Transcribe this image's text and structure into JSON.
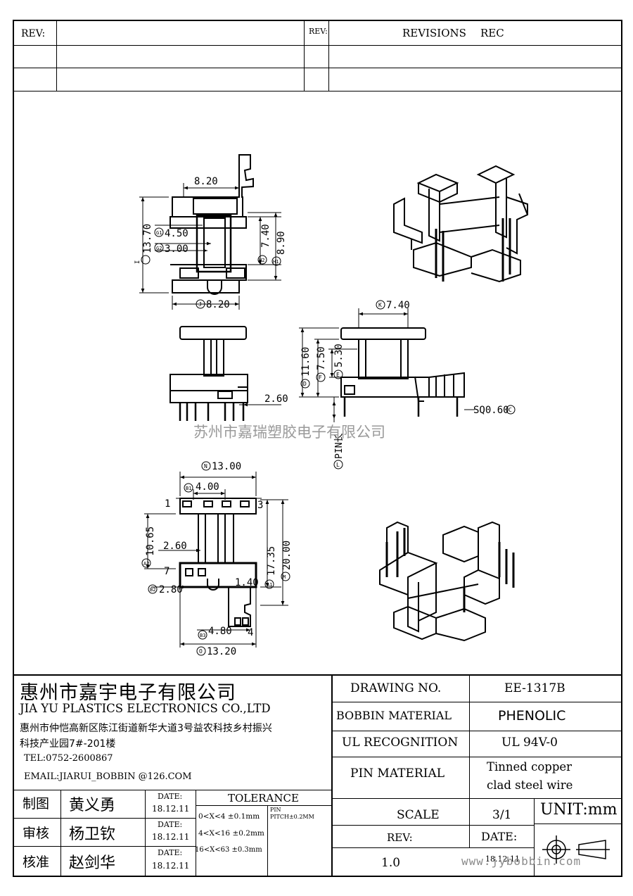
{
  "revision_table": {
    "left_label": "REV:",
    "right_label": "REV:",
    "revisions_header": "REVISIONS",
    "rec_header": "REC"
  },
  "top_view": {
    "dim_width_top": "8.20",
    "dim_height_total": "13.70",
    "g1_label": "G1",
    "g1_value": "4.50",
    "g2_label": "G2",
    "g2_value": "3.00",
    "h2_label": "H2",
    "h2_value": "7.40",
    "h1_label": "H1",
    "h1_value": "8.90",
    "i_label": "I",
    "j_label": "J",
    "j_value": "8.20"
  },
  "side_view": {
    "pin_offset": "2.60"
  },
  "front_view": {
    "k_label": "K",
    "k_value": "7.40",
    "d_label": "D",
    "d_value": "11.60",
    "f_label": "F",
    "f_value": "7.50",
    "e_label": "E",
    "e_value": "5.30",
    "sq_label": "SQ0.60",
    "c_label": "C",
    "pin_length": "PIN长",
    "l_label": "L"
  },
  "watermark_company": "苏州市嘉瑞塑胶电子有限公司",
  "bottom_view": {
    "n_label": "N",
    "n_value": "13.00",
    "b1_label": "B1",
    "b1_value": "4.00",
    "pin1": "1",
    "pin3": "3",
    "pin7": "7",
    "pin4": "4",
    "a2_label": "A2",
    "a2_value": "10.65",
    "pitch_value": "2.60",
    "a1_label": "A1",
    "a1_value": "17.35",
    "m_label": "M",
    "m_value": "20.00",
    "b2_label": "B2",
    "b2_value": "2.80",
    "slot_value": "1.40",
    "b3_label": "B3",
    "b3_value": "4.80",
    "o_label": "O",
    "o_value": "13.20"
  },
  "company": {
    "name_cn": "惠州市嘉宇电子有限公司",
    "name_en": "JIA YU PLASTICS ELECTRONICS CO.,LTD",
    "address_line1": "惠州市仲恺高新区陈江街道新华大道3号益农科技乡村振兴",
    "address_line2": "科技产业园7#-201楼",
    "tel": "TEL:0752-2600867",
    "email": "EMAIL:JIARUI_BOBBIN @126.COM"
  },
  "approvals": [
    {
      "role": "制图",
      "name": "黄义勇",
      "date_label": "DATE:",
      "date": "18.12.11"
    },
    {
      "role": "审核",
      "name": "杨卫钦",
      "date_label": "DATE:",
      "date": "18.12.11"
    },
    {
      "role": "核准",
      "name": "赵剑华",
      "date_label": "DATE:",
      "date": "18.12.11"
    }
  ],
  "tolerance": {
    "header": "TOLERANCE",
    "rows": [
      "0<X<4  ±0.1mm",
      "4<X<16 ±0.2mm",
      "16<X<63 ±0.3mm"
    ],
    "pin_label": "PIN",
    "pin_pitch": "PITCH±0.2MM"
  },
  "specs": {
    "drawing_no_label": "DRAWING  NO.",
    "drawing_no": "EE-1317B",
    "bobbin_material_label": "BOBBIN  MATERIAL",
    "bobbin_material": "PHENOLIC",
    "ul_label": "UL RECOGNITION",
    "ul_value": "UL 94V-0",
    "pin_material_label": "PIN MATERIAL",
    "pin_material_line1": "Tinned copper",
    "pin_material_line2": "clad steel wire",
    "scale_label": "SCALE",
    "scale_value": "3/1",
    "unit": "UNIT:mm",
    "rev_label": "REV:",
    "rev_value": "1.0",
    "date_label": "DATE:",
    "date_value": "18.12.11"
  },
  "website_watermark": "www.jybobbin.com"
}
